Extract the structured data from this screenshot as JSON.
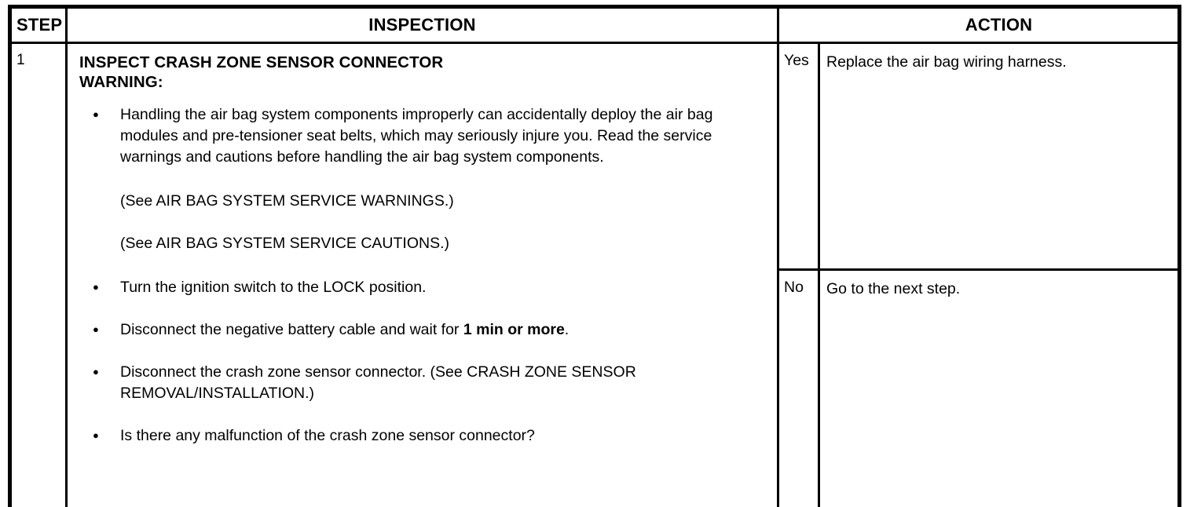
{
  "table": {
    "headers": {
      "step": "STEP",
      "inspection": "INSPECTION",
      "action": "ACTION"
    },
    "row": {
      "step_number": "1",
      "inspection": {
        "title": "INSPECT CRASH ZONE SENSOR CONNECTOR",
        "warning_label": "WARNING:",
        "bullets": [
          {
            "text": "Handling the air bag system components improperly can accidentally deploy the air bag modules and pre-tensioner seat belts, which may seriously injure you. Read the service warnings and cautions before handling the air bag system components."
          },
          {
            "text": "Turn the ignition switch to the LOCK position."
          },
          {
            "text_before": "Disconnect the negative battery cable and wait for ",
            "text_bold": "1 min or more",
            "text_after": "."
          },
          {
            "text": "Disconnect the crash zone sensor connector. (See CRASH ZONE SENSOR REMOVAL/INSTALLATION.)"
          },
          {
            "text": "Is there any malfunction of the crash zone sensor connector?"
          }
        ],
        "references": [
          "(See AIR BAG SYSTEM SERVICE WARNINGS.)",
          "(See AIR BAG SYSTEM SERVICE CAUTIONS.)"
        ]
      },
      "actions": [
        {
          "answer": "Yes",
          "result": "Replace the air bag wiring harness."
        },
        {
          "answer": "No",
          "result": "Go to the next step."
        }
      ]
    }
  }
}
